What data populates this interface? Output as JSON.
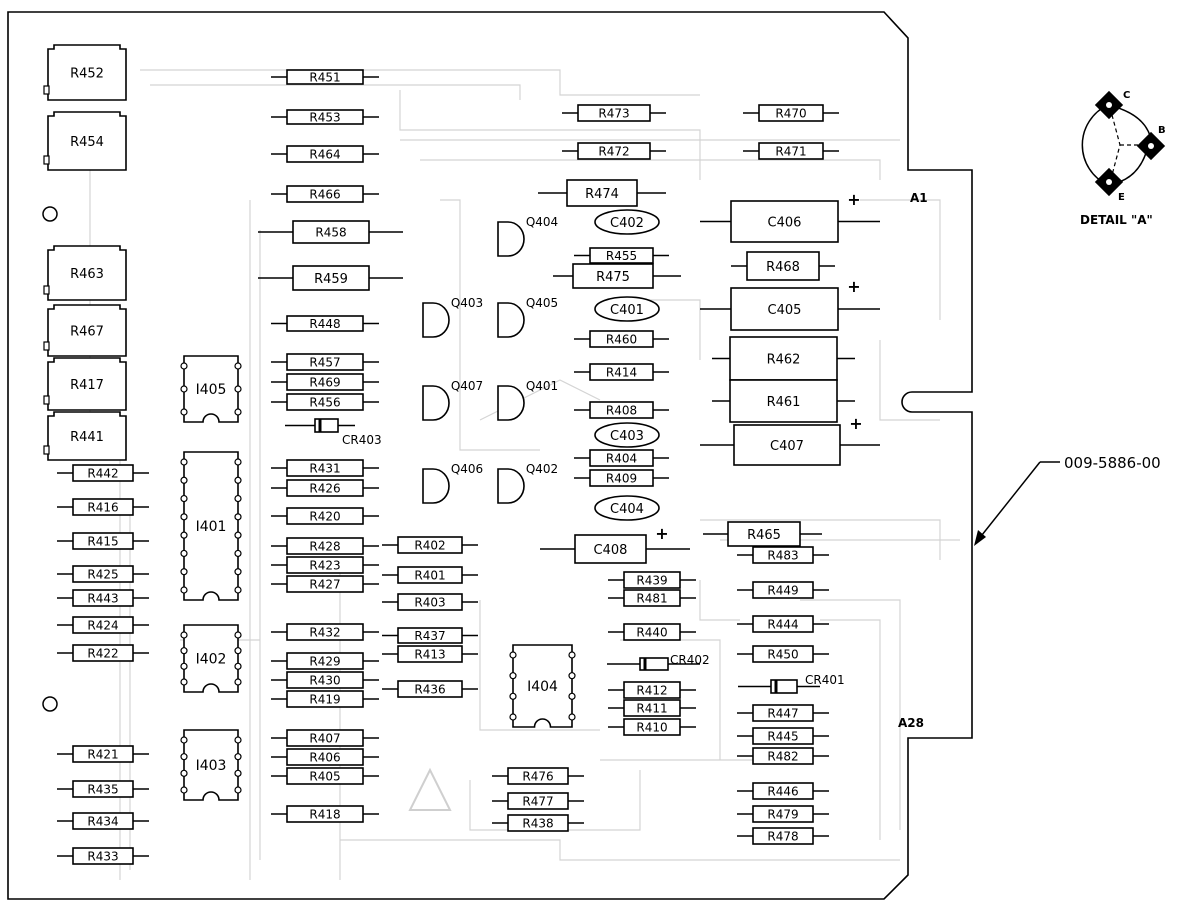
{
  "components": {
    "resistors": [
      {
        "id": "R451"
      },
      {
        "id": "R453"
      },
      {
        "id": "R464"
      },
      {
        "id": "R466"
      },
      {
        "id": "R458"
      },
      {
        "id": "R459"
      },
      {
        "id": "R448"
      },
      {
        "id": "R457"
      },
      {
        "id": "R469"
      },
      {
        "id": "R456"
      },
      {
        "id": "R431"
      },
      {
        "id": "R426"
      },
      {
        "id": "R420"
      },
      {
        "id": "R428"
      },
      {
        "id": "R423"
      },
      {
        "id": "R427"
      },
      {
        "id": "R432"
      },
      {
        "id": "R429"
      },
      {
        "id": "R430"
      },
      {
        "id": "R419"
      },
      {
        "id": "R407"
      },
      {
        "id": "R406"
      },
      {
        "id": "R405"
      },
      {
        "id": "R418"
      },
      {
        "id": "R402"
      },
      {
        "id": "R401"
      },
      {
        "id": "R403"
      },
      {
        "id": "R437"
      },
      {
        "id": "R413"
      },
      {
        "id": "R436"
      },
      {
        "id": "R476"
      },
      {
        "id": "R477"
      },
      {
        "id": "R438"
      },
      {
        "id": "R473"
      },
      {
        "id": "R472"
      },
      {
        "id": "R474"
      },
      {
        "id": "R455"
      },
      {
        "id": "R475"
      },
      {
        "id": "R460"
      },
      {
        "id": "R414"
      },
      {
        "id": "R408"
      },
      {
        "id": "R404"
      },
      {
        "id": "R409"
      },
      {
        "id": "R439"
      },
      {
        "id": "R481"
      },
      {
        "id": "R440"
      },
      {
        "id": "R412"
      },
      {
        "id": "R411"
      },
      {
        "id": "R410"
      },
      {
        "id": "R470"
      },
      {
        "id": "R471"
      },
      {
        "id": "R468"
      },
      {
        "id": "R462"
      },
      {
        "id": "R461"
      },
      {
        "id": "R465"
      },
      {
        "id": "R483"
      },
      {
        "id": "R449"
      },
      {
        "id": "R444"
      },
      {
        "id": "R450"
      },
      {
        "id": "R447"
      },
      {
        "id": "R445"
      },
      {
        "id": "R482"
      },
      {
        "id": "R446"
      },
      {
        "id": "R479"
      },
      {
        "id": "R478"
      },
      {
        "id": "R442"
      },
      {
        "id": "R416"
      },
      {
        "id": "R415"
      },
      {
        "id": "R425"
      },
      {
        "id": "R443"
      },
      {
        "id": "R424"
      },
      {
        "id": "R422"
      },
      {
        "id": "R421"
      },
      {
        "id": "R435"
      },
      {
        "id": "R434"
      },
      {
        "id": "R433"
      }
    ],
    "potentiometers": [
      {
        "id": "R452"
      },
      {
        "id": "R454"
      },
      {
        "id": "R463"
      },
      {
        "id": "R467"
      },
      {
        "id": "R417"
      },
      {
        "id": "R441"
      }
    ],
    "ics": [
      {
        "id": "I405"
      },
      {
        "id": "I401"
      },
      {
        "id": "I402"
      },
      {
        "id": "I403"
      },
      {
        "id": "I404"
      }
    ],
    "transistors": [
      {
        "id": "Q404"
      },
      {
        "id": "Q403"
      },
      {
        "id": "Q405"
      },
      {
        "id": "Q407"
      },
      {
        "id": "Q401"
      },
      {
        "id": "Q406"
      },
      {
        "id": "Q402"
      }
    ],
    "ceramic_caps": [
      {
        "id": "C402"
      },
      {
        "id": "C401"
      },
      {
        "id": "C403"
      },
      {
        "id": "C404"
      }
    ],
    "electrolytic_caps": [
      {
        "id": "C406",
        "polarity": "+"
      },
      {
        "id": "C405",
        "polarity": "+"
      },
      {
        "id": "C407",
        "polarity": "+"
      },
      {
        "id": "C408",
        "polarity": "+"
      }
    ],
    "diodes": [
      {
        "id": "CR403"
      },
      {
        "id": "CR402"
      },
      {
        "id": "CR401"
      }
    ]
  },
  "labels": {
    "board_connector_top": "A1",
    "board_connector_bottom": "A28",
    "part_number": "009-5886-00",
    "detail_caption": "DETAIL \"A\"",
    "pin_c": "C",
    "pin_b": "B",
    "pin_e": "E"
  }
}
